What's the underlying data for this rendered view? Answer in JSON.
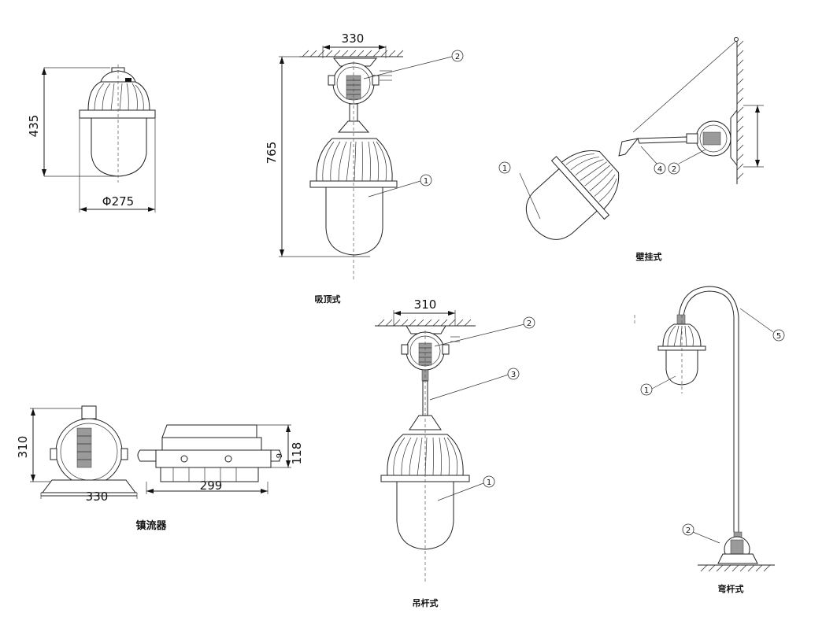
{
  "dimensions": {
    "front_height": "435",
    "front_diameter": "Φ275",
    "ceiling_width": "330",
    "ceiling_height": "765",
    "pendant_width": "310",
    "ballast_height": "310",
    "ballast_width": "330",
    "ballast_side_width": "299",
    "ballast_side_height": "118",
    "ballast_side_offset": "9"
  },
  "captions": {
    "ceiling_mount": "吸顶式",
    "wall_mount": "壁挂式",
    "pendant_mount": "吊杆式",
    "bent_pole_mount": "弯杆式",
    "ballast": "镇流器"
  },
  "callouts": {
    "lamp": "1",
    "junction_box": "2",
    "pendant_rod": "3",
    "wall_bracket": "4",
    "bent_pole": "5"
  }
}
